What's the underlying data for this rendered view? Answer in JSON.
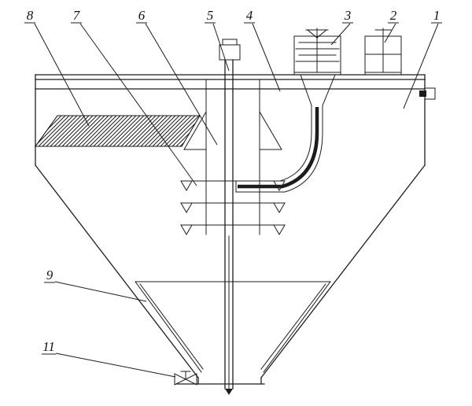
{
  "page": {
    "background": "#ffffff",
    "ink": "#1c1c1c"
  },
  "diagram": {
    "labels": {
      "l1": "1",
      "l2": "2",
      "l3": "3",
      "l4": "4",
      "l5": "5",
      "l6": "6",
      "l7": "7",
      "l8": "8",
      "l9": "9",
      "l11": "11"
    }
  }
}
